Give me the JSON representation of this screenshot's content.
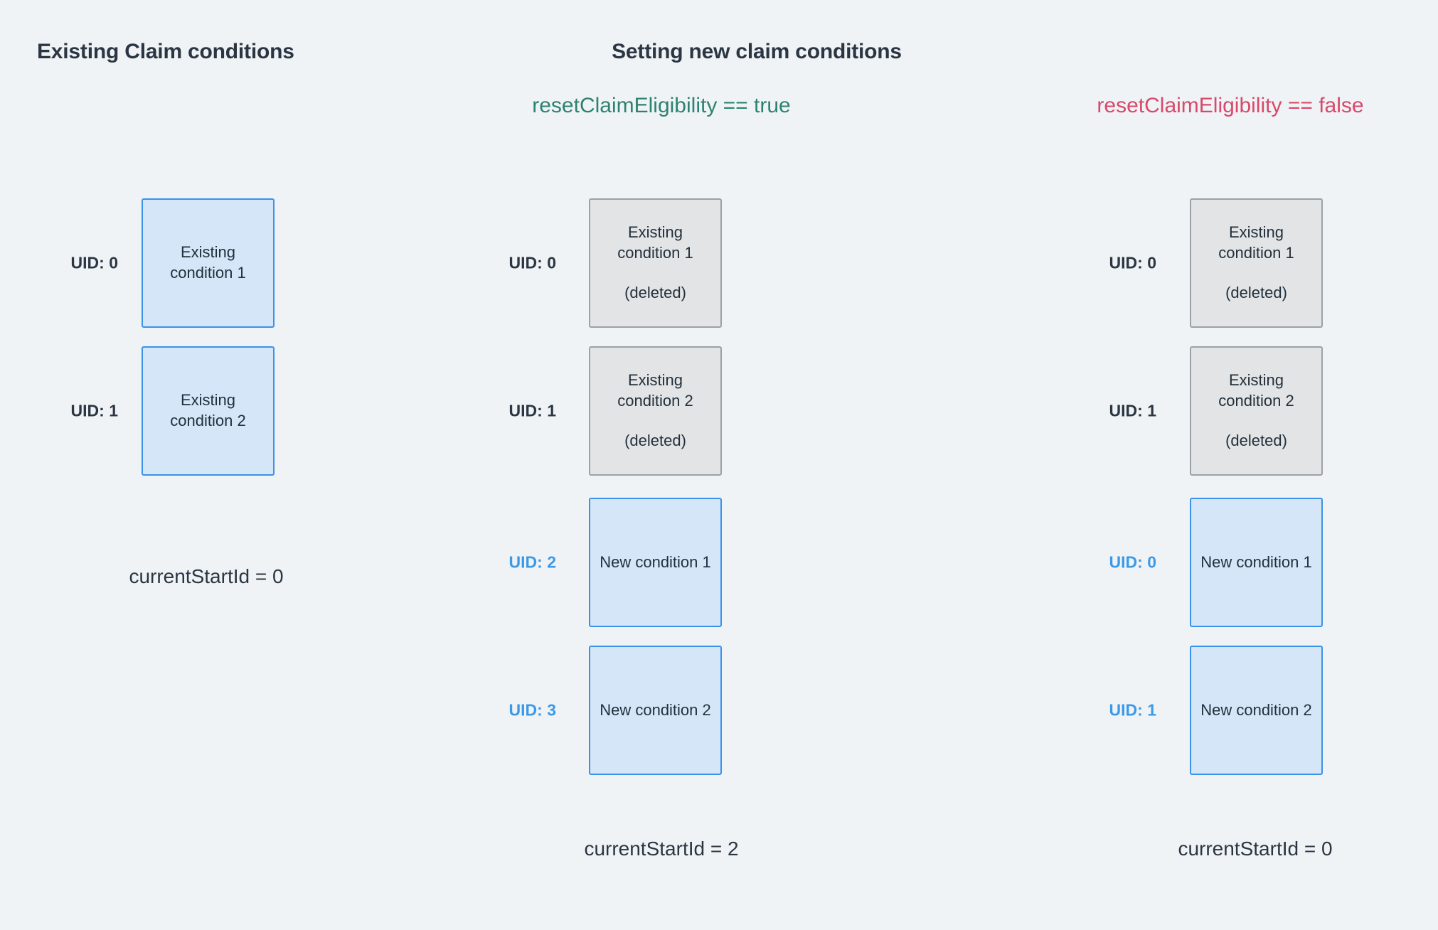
{
  "background_color": "#eff3f6",
  "headings": {
    "existing": "Existing Claim conditions",
    "setting": "Setting new claim conditions"
  },
  "flags": {
    "true_flag": "resetClaimEligibility == true",
    "true_color": "#2e8271",
    "false_flag": "resetClaimEligibility == false",
    "false_color": "#d8496b"
  },
  "colors": {
    "blue_fill": "#d4e6f8",
    "blue_border": "#3b92e8",
    "gray_fill": "#e3e4e5",
    "gray_border": "#9aa1a8",
    "uid_new_color": "#3b9ae8",
    "text_color": "#2b3642"
  },
  "columns": [
    {
      "id": "existing",
      "rows": [
        {
          "uid": "UID: 0",
          "uid_style": "existing",
          "box_style": "blue",
          "main": "Existing condition 1",
          "sub": ""
        },
        {
          "uid": "UID: 1",
          "uid_style": "existing",
          "box_style": "blue",
          "main": "Existing condition 2",
          "sub": ""
        }
      ],
      "footer": "currentStartId = 0"
    },
    {
      "id": "reset-true",
      "rows": [
        {
          "uid": "UID: 0",
          "uid_style": "existing",
          "box_style": "gray",
          "main": "Existing condition 1",
          "sub": "(deleted)"
        },
        {
          "uid": "UID: 1",
          "uid_style": "existing",
          "box_style": "gray",
          "main": "Existing condition 2",
          "sub": "(deleted)"
        },
        {
          "uid": "UID: 2",
          "uid_style": "new",
          "box_style": "blue",
          "main": "New condition 1",
          "sub": ""
        },
        {
          "uid": "UID: 3",
          "uid_style": "new",
          "box_style": "blue",
          "main": "New condition 2",
          "sub": ""
        }
      ],
      "footer": "currentStartId = 2"
    },
    {
      "id": "reset-false",
      "rows": [
        {
          "uid": "UID: 0",
          "uid_style": "existing",
          "box_style": "gray",
          "main": "Existing condition 1",
          "sub": "(deleted)"
        },
        {
          "uid": "UID: 1",
          "uid_style": "existing",
          "box_style": "gray",
          "main": "Existing condition 2",
          "sub": "(deleted)"
        },
        {
          "uid": "UID: 0",
          "uid_style": "new",
          "box_style": "blue",
          "main": "New condition 1",
          "sub": ""
        },
        {
          "uid": "UID: 1",
          "uid_style": "new",
          "box_style": "blue",
          "main": "New condition 2",
          "sub": ""
        }
      ],
      "footer": "currentStartId = 0"
    }
  ]
}
